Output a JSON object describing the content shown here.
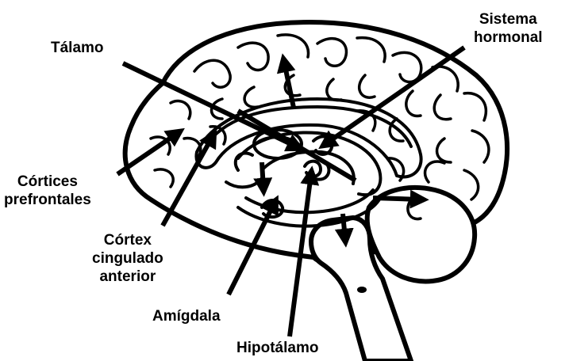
{
  "labels": {
    "talamo": "Tálamo",
    "sistema_hormonal": [
      "Sistema",
      "hormonal"
    ],
    "cortices_prefrontales": [
      "Córtices",
      "prefrontales"
    ],
    "cortex_cingulado": [
      "Córtex",
      "cingulado",
      "anterior"
    ],
    "amigdala": "Amígdala",
    "hipotalamo": "Hipotálamo"
  },
  "colors": {
    "ink": "#000000",
    "background": "#ffffff"
  }
}
